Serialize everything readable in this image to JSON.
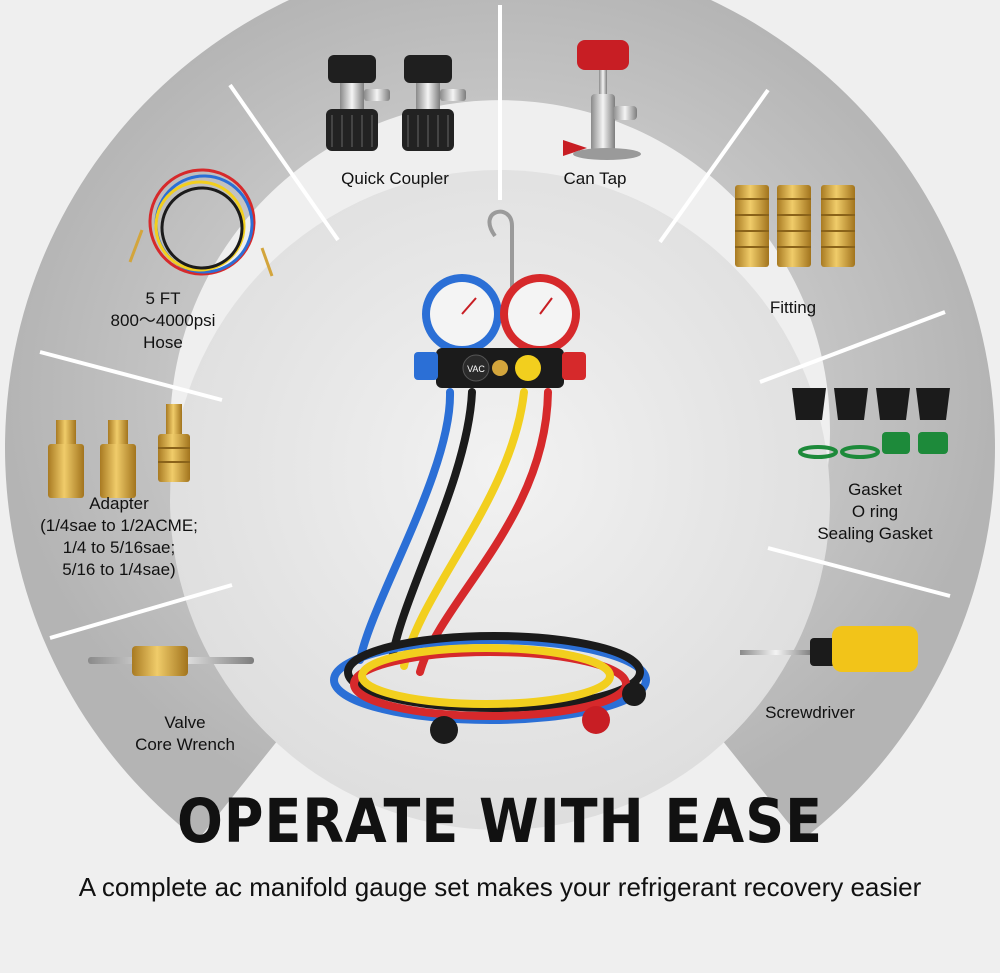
{
  "segments": {
    "hose": {
      "lines": [
        "5 FT",
        "800～4000psi",
        "Hose"
      ],
      "icon": "hose-coil-icon"
    },
    "quick_coupler": {
      "lines": [
        "Quick Coupler"
      ],
      "icon": "quick-coupler-icon"
    },
    "can_tap": {
      "lines": [
        "Can Tap"
      ],
      "icon": "can-tap-valve-icon"
    },
    "fitting": {
      "lines": [
        "Fitting"
      ],
      "icon": "brass-fitting-icon"
    },
    "adapter": {
      "lines": [
        "Adapter",
        "(1/4sae to 1/2ACME;",
        "1/4 to 5/16sae;",
        "5/16 to 1/4sae)"
      ],
      "icon": "brass-adapter-icon"
    },
    "gasket": {
      "lines": [
        "Gasket",
        "O ring",
        "Sealing Gasket"
      ],
      "icon": "gasket-oring-icon"
    },
    "valve_core_wrench": {
      "lines": [
        "Valve",
        "Core Wrench"
      ],
      "icon": "valve-core-wrench-icon"
    },
    "screwdriver": {
      "lines": [
        "Screwdriver"
      ],
      "icon": "screwdriver-icon"
    }
  },
  "center": {
    "icon": "manifold-gauge-set-icon",
    "valve_text": "VAC"
  },
  "headline": "OPERATE WITH EASE",
  "subline": "A complete ac manifold gauge set makes your refrigerant recovery easier",
  "colors": {
    "background": "#efefef",
    "ring": "#bdbdbd",
    "inner": "#e3e3e3",
    "divider": "#ffffff",
    "brass": "#d3a53c",
    "hose_blue": "#2b6fd6",
    "hose_red": "#d6292b",
    "hose_yellow": "#f2cf1e",
    "hose_black": "#1b1b1b"
  }
}
